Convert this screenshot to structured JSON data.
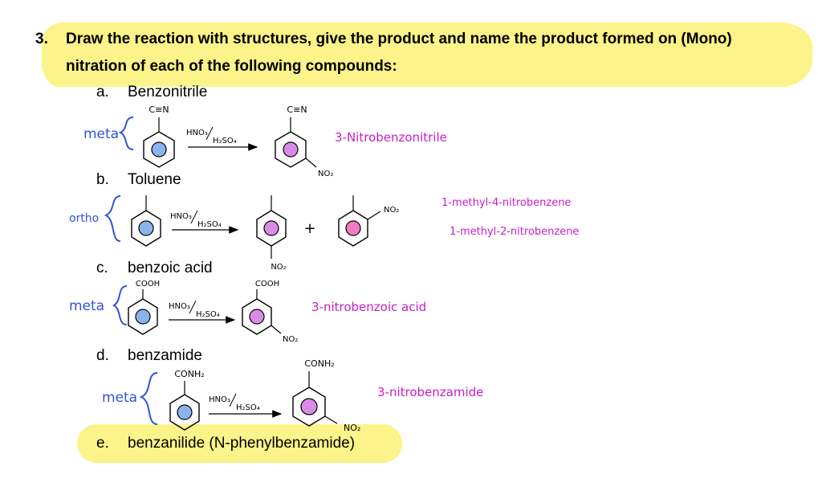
{
  "question": {
    "number": "3.",
    "line1": "Draw the reaction with structures, give the product and name the product formed on (Mono)",
    "line2": "nitration of each of the following compounds:"
  },
  "items": [
    {
      "letter": "a.",
      "compound": "Benzonitrile",
      "directing": "meta",
      "substituent": "C≡N",
      "reagent_top": "HNO₃",
      "reagent_bottom": "H₂SO₄",
      "product_substituent": "C≡N",
      "product_group": "NO₂",
      "product_name": "3-Nitrobenzonitrile"
    },
    {
      "letter": "b.",
      "compound": "Toluene",
      "directing": "ortho",
      "reagent_top": "HNO₃",
      "reagent_bottom": "H₂SO₄",
      "product_group_para": "NO₂",
      "plus": "+",
      "product_group_ortho": "NO₂",
      "product_name_1": "1-methyl-4-nitrobenzene",
      "product_name_2": "1-methyl-2-nitrobenzene"
    },
    {
      "letter": "c.",
      "compound": "benzoic acid",
      "directing": "meta",
      "substituent": "COOH",
      "reagent_top": "HNO₃",
      "reagent_bottom": "H₂SO₄",
      "product_substituent": "COOH",
      "product_group": "NO₂",
      "product_name": "3-nitrobenzoic acid"
    },
    {
      "letter": "d.",
      "compound": "benzamide",
      "directing": "meta",
      "substituent": "CONH₂",
      "reagent_top": "HNO₃",
      "reagent_bottom": "H₂SO₄",
      "product_substituent": "CONH₂",
      "product_group": "NO₂",
      "product_name": "3-nitrobenzamide"
    },
    {
      "letter": "e.",
      "compound": "benzanilide (N-phenylbenzamide)"
    }
  ],
  "colors": {
    "highlight": "#fcf38a",
    "annotation_blue": "#2f55d4",
    "annotation_magenta": "#c81ec8",
    "reactant_fill": "#8ab4ee",
    "product_fill": "#d98ce6",
    "product_fill_pink": "#f07cc8"
  }
}
